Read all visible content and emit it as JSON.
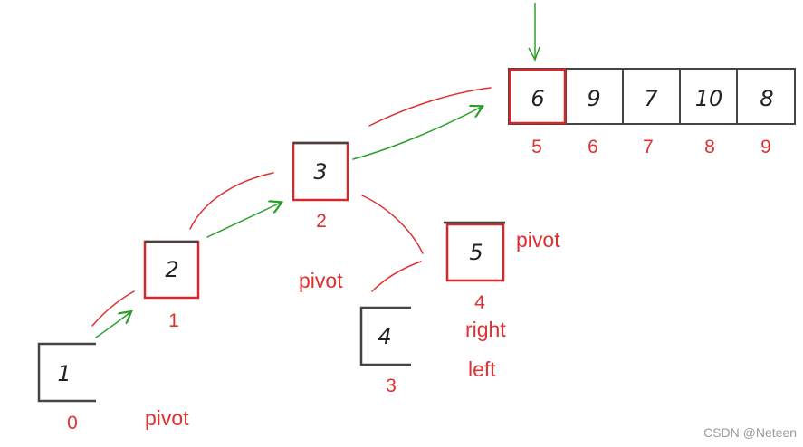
{
  "array_boxes": [
    {
      "value": "6",
      "index": "5",
      "highlighted": true
    },
    {
      "value": "9",
      "index": "6",
      "highlighted": false
    },
    {
      "value": "7",
      "index": "7",
      "highlighted": false
    },
    {
      "value": "10",
      "index": "8",
      "highlighted": false
    },
    {
      "value": "8",
      "index": "9",
      "highlighted": false
    }
  ],
  "tree_nodes": [
    {
      "value": "1",
      "index": "0",
      "highlighted": false
    },
    {
      "value": "2",
      "index": "1",
      "highlighted": true
    },
    {
      "value": "3",
      "index": "2",
      "highlighted": true
    },
    {
      "value": "4",
      "index": "3",
      "highlighted": false
    },
    {
      "value": "5",
      "index": "4",
      "highlighted": true
    }
  ],
  "labels": {
    "pivot_bottom": "pivot",
    "pivot_middle": "pivot",
    "pivot_right": "pivot",
    "right": "right",
    "left": "left"
  },
  "watermark": "CSDN @Neteen",
  "colors": {
    "highlight": "#d62828",
    "label": "#e03030",
    "green_arrow": "#2aa02a",
    "red_curve": "#e03030",
    "box_border": "#444444"
  }
}
